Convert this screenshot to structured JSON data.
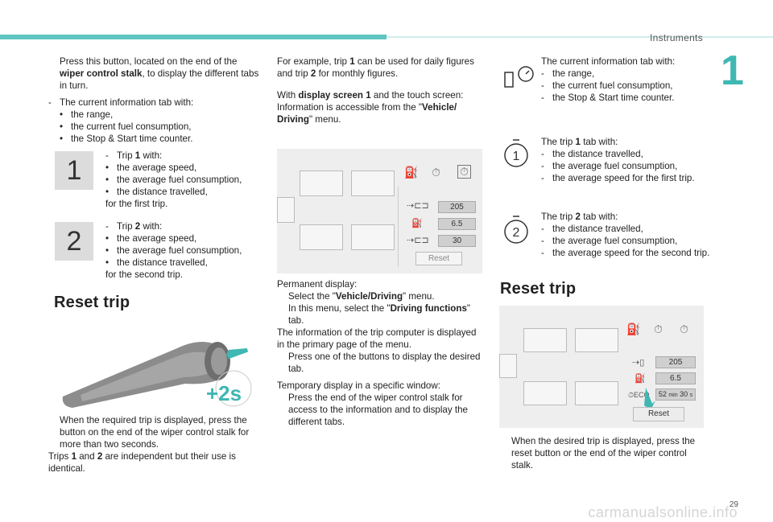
{
  "header": {
    "section": "Instruments",
    "chapter": "1",
    "page": "29",
    "watermark": "carmanualsonline.info"
  },
  "col1": {
    "intro_pre": "Press this button, located on the end of the ",
    "intro_bold": "wiper control stalk",
    "intro_post": ", to display the different tabs in turn.",
    "current_title": "The current information tab with:",
    "current_items": [
      "the range,",
      "the current fuel consumption,",
      "the Stop & Start time counter."
    ],
    "trip1": {
      "badge": "1",
      "title_pre": "Trip ",
      "num": "1",
      "title_post": " with:",
      "items": [
        "the average speed,",
        "the average fuel consumption,",
        "the distance travelled,"
      ],
      "footer": "for the first trip."
    },
    "trip2": {
      "badge": "2",
      "title_pre": "Trip ",
      "num": "2",
      "title_post": " with:",
      "items": [
        "the average speed,",
        "the average fuel consumption,",
        "the distance travelled,"
      ],
      "footer": "for the second trip."
    },
    "reset_heading": "Reset trip",
    "press_label": "+2s",
    "reset_instruction": "When the required trip is displayed, press the button on the end of the wiper control stalk for more than two seconds.",
    "independent_pre": "Trips ",
    "independent_n1": "1",
    "independent_mid": " and ",
    "independent_n2": "2",
    "independent_post": " are independent but their use is identical."
  },
  "col2": {
    "example_pre": "For example, trip ",
    "example_n1": "1",
    "example_mid": " can be used for daily figures and trip ",
    "example_n2": "2",
    "example_post": " for monthly figures.",
    "display_pre": "With ",
    "display_bold": "display screen 1",
    "display_mid": " and the touch screen: Information is accessible from the \"",
    "display_menu": "Vehicle/ Driving",
    "display_post": "\" menu.",
    "screen": {
      "values": [
        "205",
        "6.5",
        "30"
      ],
      "reset_label": "Reset"
    },
    "permanent_title": "Permanent display:",
    "perm1_pre": "Select the \"",
    "perm1_bold": "Vehicle/Driving",
    "perm1_post": "\" menu.",
    "perm2_pre": "In this menu, select the \"",
    "perm2_bold": "Driving functions",
    "perm2_post": "\" tab.",
    "perm_info": "The information of the trip computer is displayed in the primary page of the menu.",
    "perm3": "Press one of the buttons to display the desired tab.",
    "temp_title": "Temporary display in a specific window:",
    "temp1": "Press the end of the wiper control stalk for access to the information and to display the different tabs."
  },
  "col3": {
    "current_title": "The current information tab with:",
    "current_items": [
      "the range,",
      "the current fuel consumption,",
      "the Stop & Start time counter."
    ],
    "trip1_pre": "The trip ",
    "trip1_num": "1",
    "trip1_post": " tab with:",
    "trip1_items": [
      "the distance travelled,",
      "the average fuel consumption,",
      "the average speed for the first trip."
    ],
    "trip1_icon_digit": "1",
    "trip2_pre": "The trip ",
    "trip2_num": "2",
    "trip2_post": " tab with:",
    "trip2_items": [
      "the distance travelled,",
      "the average fuel consumption,",
      "the average speed for the second trip."
    ],
    "trip2_icon_digit": "2",
    "reset_heading": "Reset trip",
    "screen": {
      "values": [
        "205",
        "6.5"
      ],
      "eco_label": "ECO",
      "time_min_val": "52",
      "time_min_unit": "min",
      "time_sec_val": "30",
      "time_sec_unit": "s",
      "reset_label": "Reset"
    },
    "final": "When the desired trip is displayed, press the reset button or the end of the wiper control stalk."
  },
  "symbols": {
    "bullet": "•",
    "arrow": "",
    "dash": "-"
  },
  "colors": {
    "accent": "#5fc5c2",
    "chapter": "#3fb7b3",
    "arrow_teal": "#3fb7b3"
  }
}
